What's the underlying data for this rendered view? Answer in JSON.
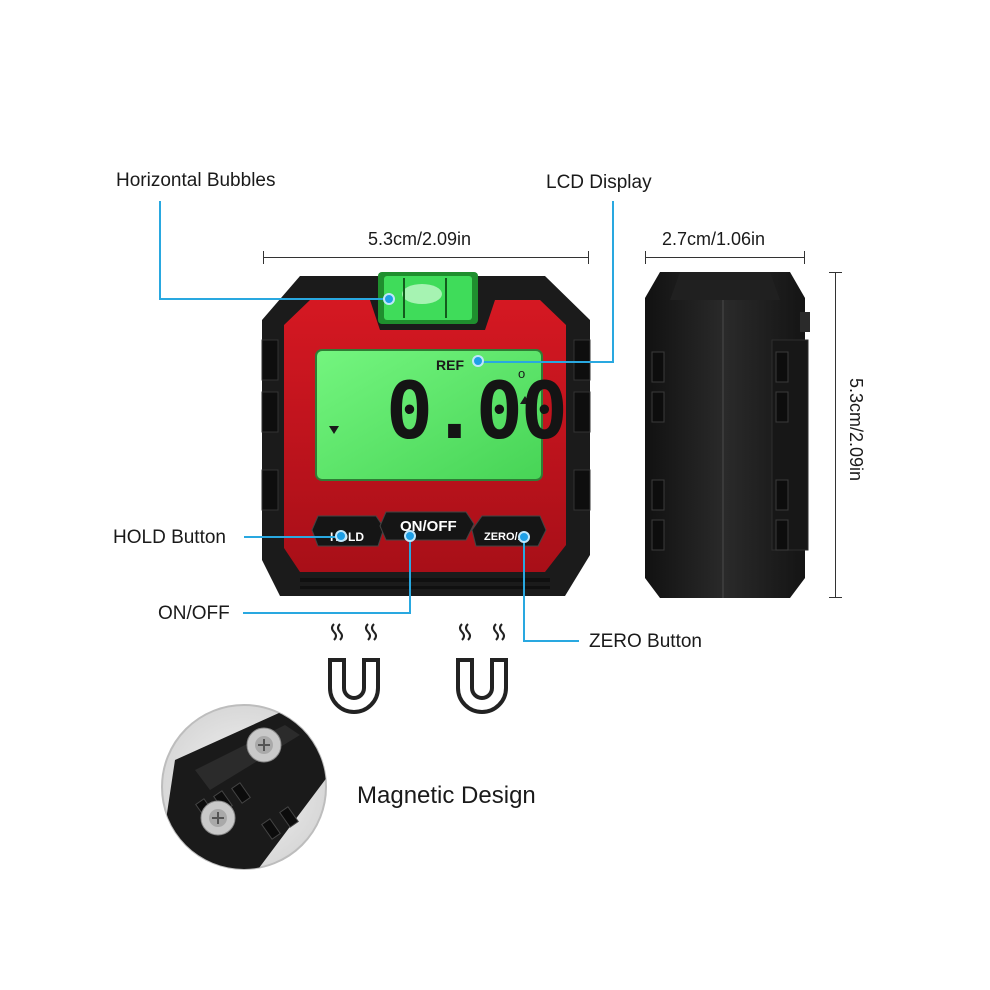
{
  "labels": {
    "horizontal_bubbles": "Horizontal Bubbles",
    "lcd_display": "LCD Display",
    "hold_button": "HOLD Button",
    "on_off": "ON/OFF",
    "zero_button": "ZERO Button",
    "magnetic_design": "Magnetic Design"
  },
  "dimensions": {
    "width": "5.3cm/2.09in",
    "depth": "2.7cm/1.06in",
    "height": "5.3cm/2.09in"
  },
  "device": {
    "reading": "0.00",
    "ref": "REF",
    "degree_symbol": "o",
    "buttons": {
      "hold": "HOLD",
      "on_off": "ON/OFF",
      "zero": "ZERO/A"
    }
  },
  "colors": {
    "body_red": "#c8141f",
    "shell_black": "#1c1c1c",
    "lcd_green": "#5df06a",
    "bubble_green": "#3fdc5a",
    "leader_blue": "#29a8e0"
  },
  "icons": [
    "magnet-icon",
    "magnet-icon",
    "screw-icon"
  ]
}
